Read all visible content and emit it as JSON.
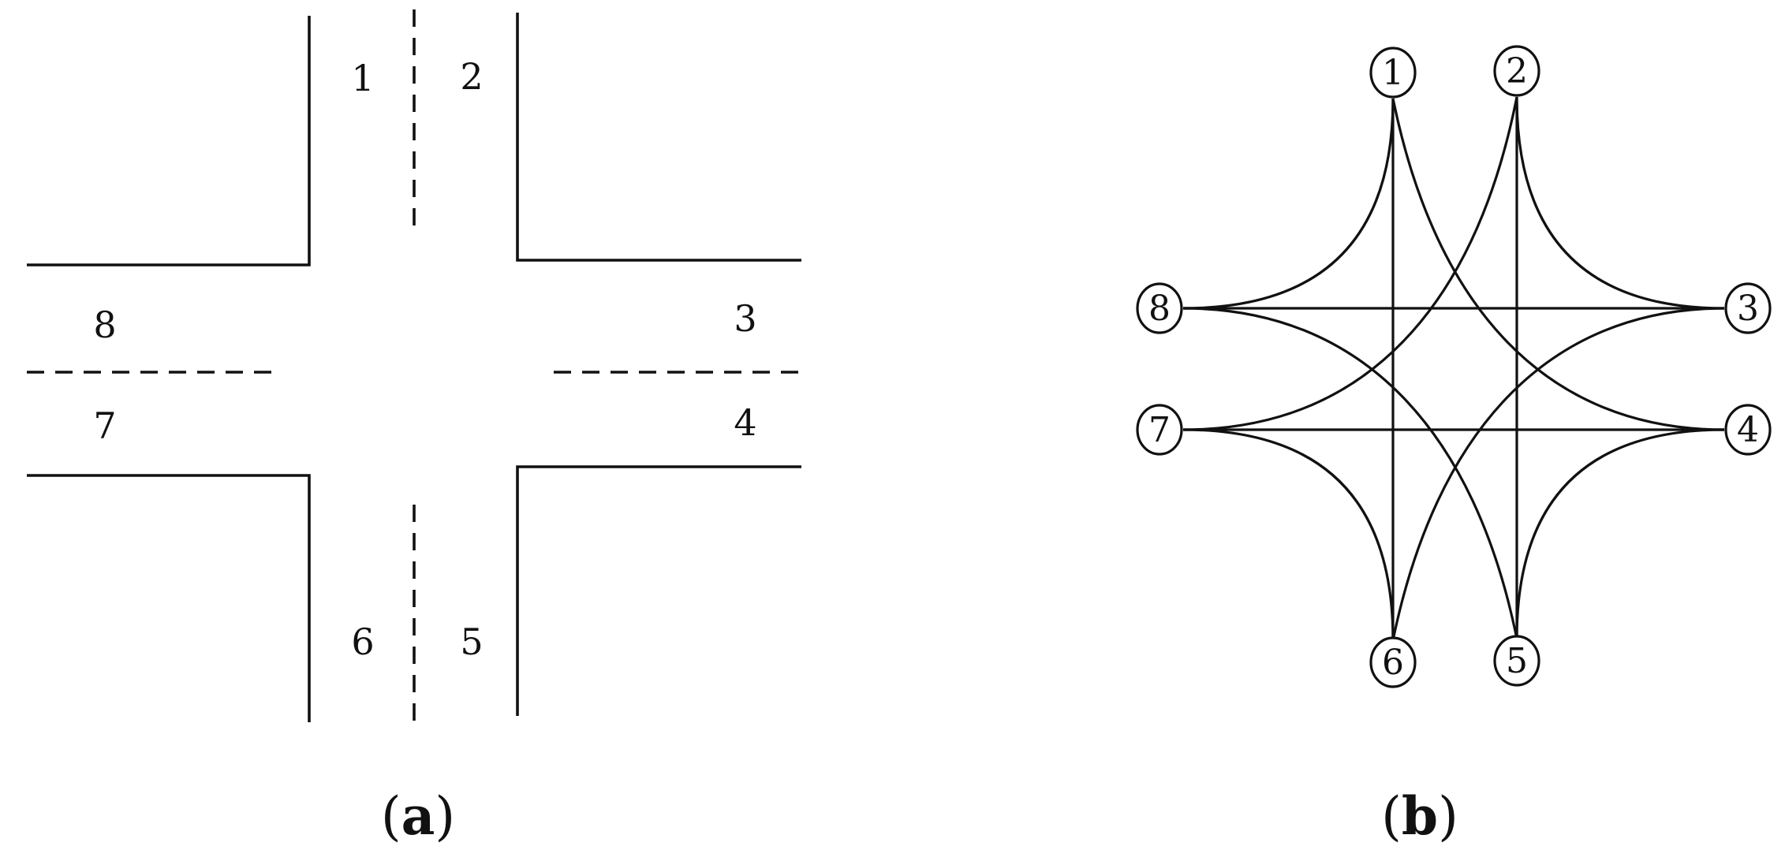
{
  "panel_a": {
    "lanes": [
      {
        "id": "1",
        "label": "1"
      },
      {
        "id": "2",
        "label": "2"
      },
      {
        "id": "3",
        "label": "3"
      },
      {
        "id": "4",
        "label": "4"
      },
      {
        "id": "5",
        "label": "5"
      },
      {
        "id": "6",
        "label": "6"
      },
      {
        "id": "7",
        "label": "7"
      },
      {
        "id": "8",
        "label": "8"
      }
    ],
    "caption": {
      "open": "(",
      "letter": "a",
      "close": ")"
    }
  },
  "panel_b": {
    "nodes": [
      {
        "id": "1",
        "label": "1"
      },
      {
        "id": "2",
        "label": "2"
      },
      {
        "id": "3",
        "label": "3"
      },
      {
        "id": "4",
        "label": "4"
      },
      {
        "id": "5",
        "label": "5"
      },
      {
        "id": "6",
        "label": "6"
      },
      {
        "id": "7",
        "label": "7"
      },
      {
        "id": "8",
        "label": "8"
      }
    ],
    "edges": [
      {
        "from": "1",
        "to": "6",
        "kind": "straight"
      },
      {
        "from": "2",
        "to": "5",
        "kind": "straight"
      },
      {
        "from": "8",
        "to": "3",
        "kind": "straight"
      },
      {
        "from": "7",
        "to": "4",
        "kind": "straight"
      },
      {
        "from": "1",
        "to": "8",
        "kind": "curve"
      },
      {
        "from": "1",
        "to": "4",
        "kind": "curve"
      },
      {
        "from": "2",
        "to": "7",
        "kind": "curve"
      },
      {
        "from": "2",
        "to": "3",
        "kind": "curve"
      },
      {
        "from": "8",
        "to": "5",
        "kind": "curve"
      },
      {
        "from": "3",
        "to": "6",
        "kind": "curve"
      },
      {
        "from": "7",
        "to": "6",
        "kind": "curve"
      },
      {
        "from": "4",
        "to": "5",
        "kind": "curve"
      }
    ],
    "caption": {
      "open": "(",
      "letter": "b",
      "close": ")"
    }
  }
}
